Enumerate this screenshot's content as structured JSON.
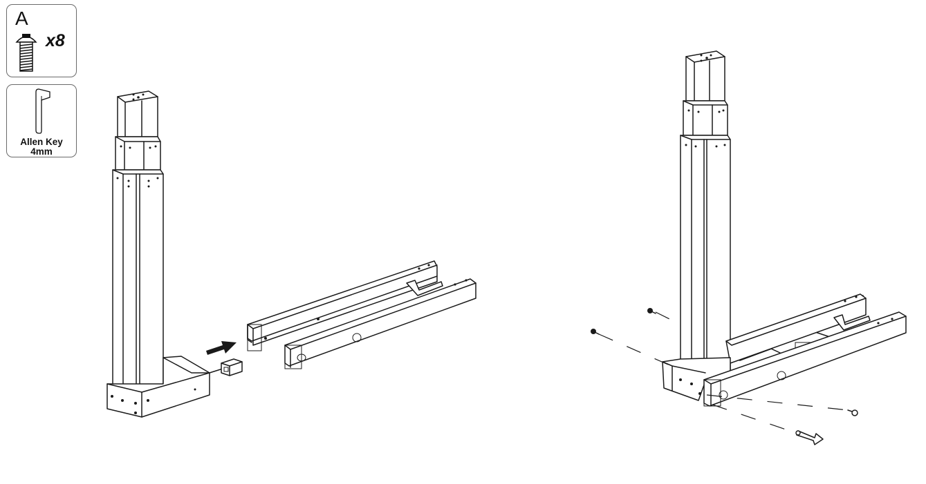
{
  "parts": {
    "screw": {
      "letter": "A",
      "quantity": "x8",
      "icon": "hex-socket-screw-icon"
    },
    "tool": {
      "label_line1": "Allen Key",
      "label_line2": "4mm",
      "icon": "allen-key-icon"
    }
  },
  "steps": [
    {
      "step": "attach-crossbeam",
      "arrow": "insert-direction-arrow"
    },
    {
      "step": "fasten-screws",
      "screws_shown": 4,
      "tool": "allen-key"
    }
  ]
}
